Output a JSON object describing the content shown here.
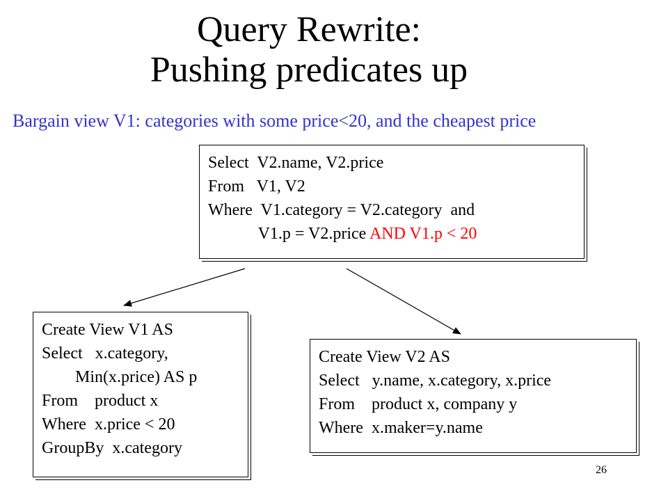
{
  "slide": {
    "title_line1": "Query Rewrite:",
    "title_line2": "Pushing predicates up",
    "subtitle": "Bargain view V1: categories with some price<20, and the cheapest price",
    "page_number": "26"
  },
  "main_query": {
    "lines": [
      "Select  V2.name, V2.price",
      "From   V1, V2",
      "Where  V1.category = V2.category  and",
      "            V1.p = V2.price "
    ],
    "highlight": "AND V1.p < 20",
    "highlight_color": "#ff0000"
  },
  "view_v1": {
    "lines": [
      "Create View V1 AS",
      "Select   x.category,",
      "        Min(x.price) AS p",
      "From    product x",
      "Where  x.price < 20",
      "GroupBy  x.category"
    ]
  },
  "view_v2": {
    "lines": [
      "Create View V2 AS",
      "Select   y.name, x.category, x.price",
      "From    product x, company y",
      "Where  x.maker=y.name"
    ]
  },
  "colors": {
    "subtitle": "#3333cc",
    "text": "#000000"
  }
}
